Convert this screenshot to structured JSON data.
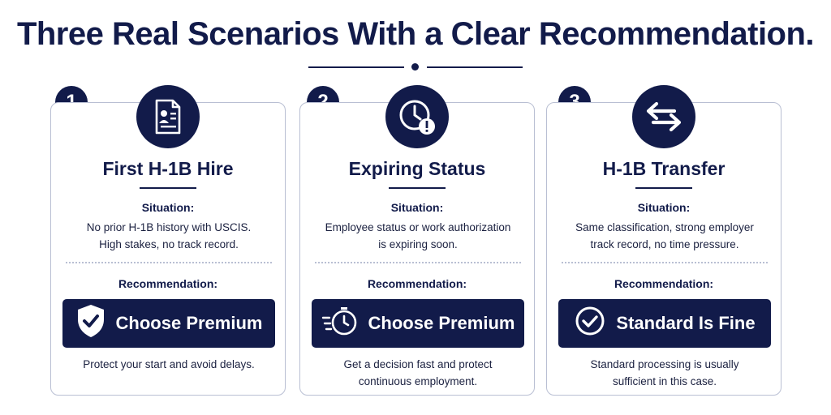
{
  "title": "Three Real Scenarios With a Clear Recommendation.",
  "situation_label": "Situation:",
  "recommendation_label": "Recommendation:",
  "cards": [
    {
      "number": "1",
      "icon": "document-profile-icon",
      "title": "First H-1B Hire",
      "situation_lines": [
        "No prior H-1B history with USCIS.",
        "High stakes, no track record."
      ],
      "button_icon": "shield-check-icon",
      "button_label": "Choose Premium",
      "footer_lines": [
        "Protect your start and avoid delays."
      ]
    },
    {
      "number": "2",
      "icon": "clock-alert-icon",
      "title": "Expiring Status",
      "situation_lines": [
        "Employee status or work authorization",
        "is expiring soon."
      ],
      "button_icon": "stopwatch-icon",
      "button_label": "Choose Premium",
      "footer_lines": [
        "Get a decision fast and protect",
        "continuous employment."
      ]
    },
    {
      "number": "3",
      "icon": "transfer-arrows-icon",
      "title": "H-1B Transfer",
      "situation_lines": [
        "Same classification, strong employer",
        "track record, no time pressure."
      ],
      "button_icon": "check-circle-icon",
      "button_label": "Standard Is Fine",
      "footer_lines": [
        "Standard processing is usually",
        "sufficient in this case."
      ]
    }
  ],
  "colors": {
    "navy": "#121b4a",
    "border": "#b9bfd3",
    "white": "#ffffff"
  }
}
